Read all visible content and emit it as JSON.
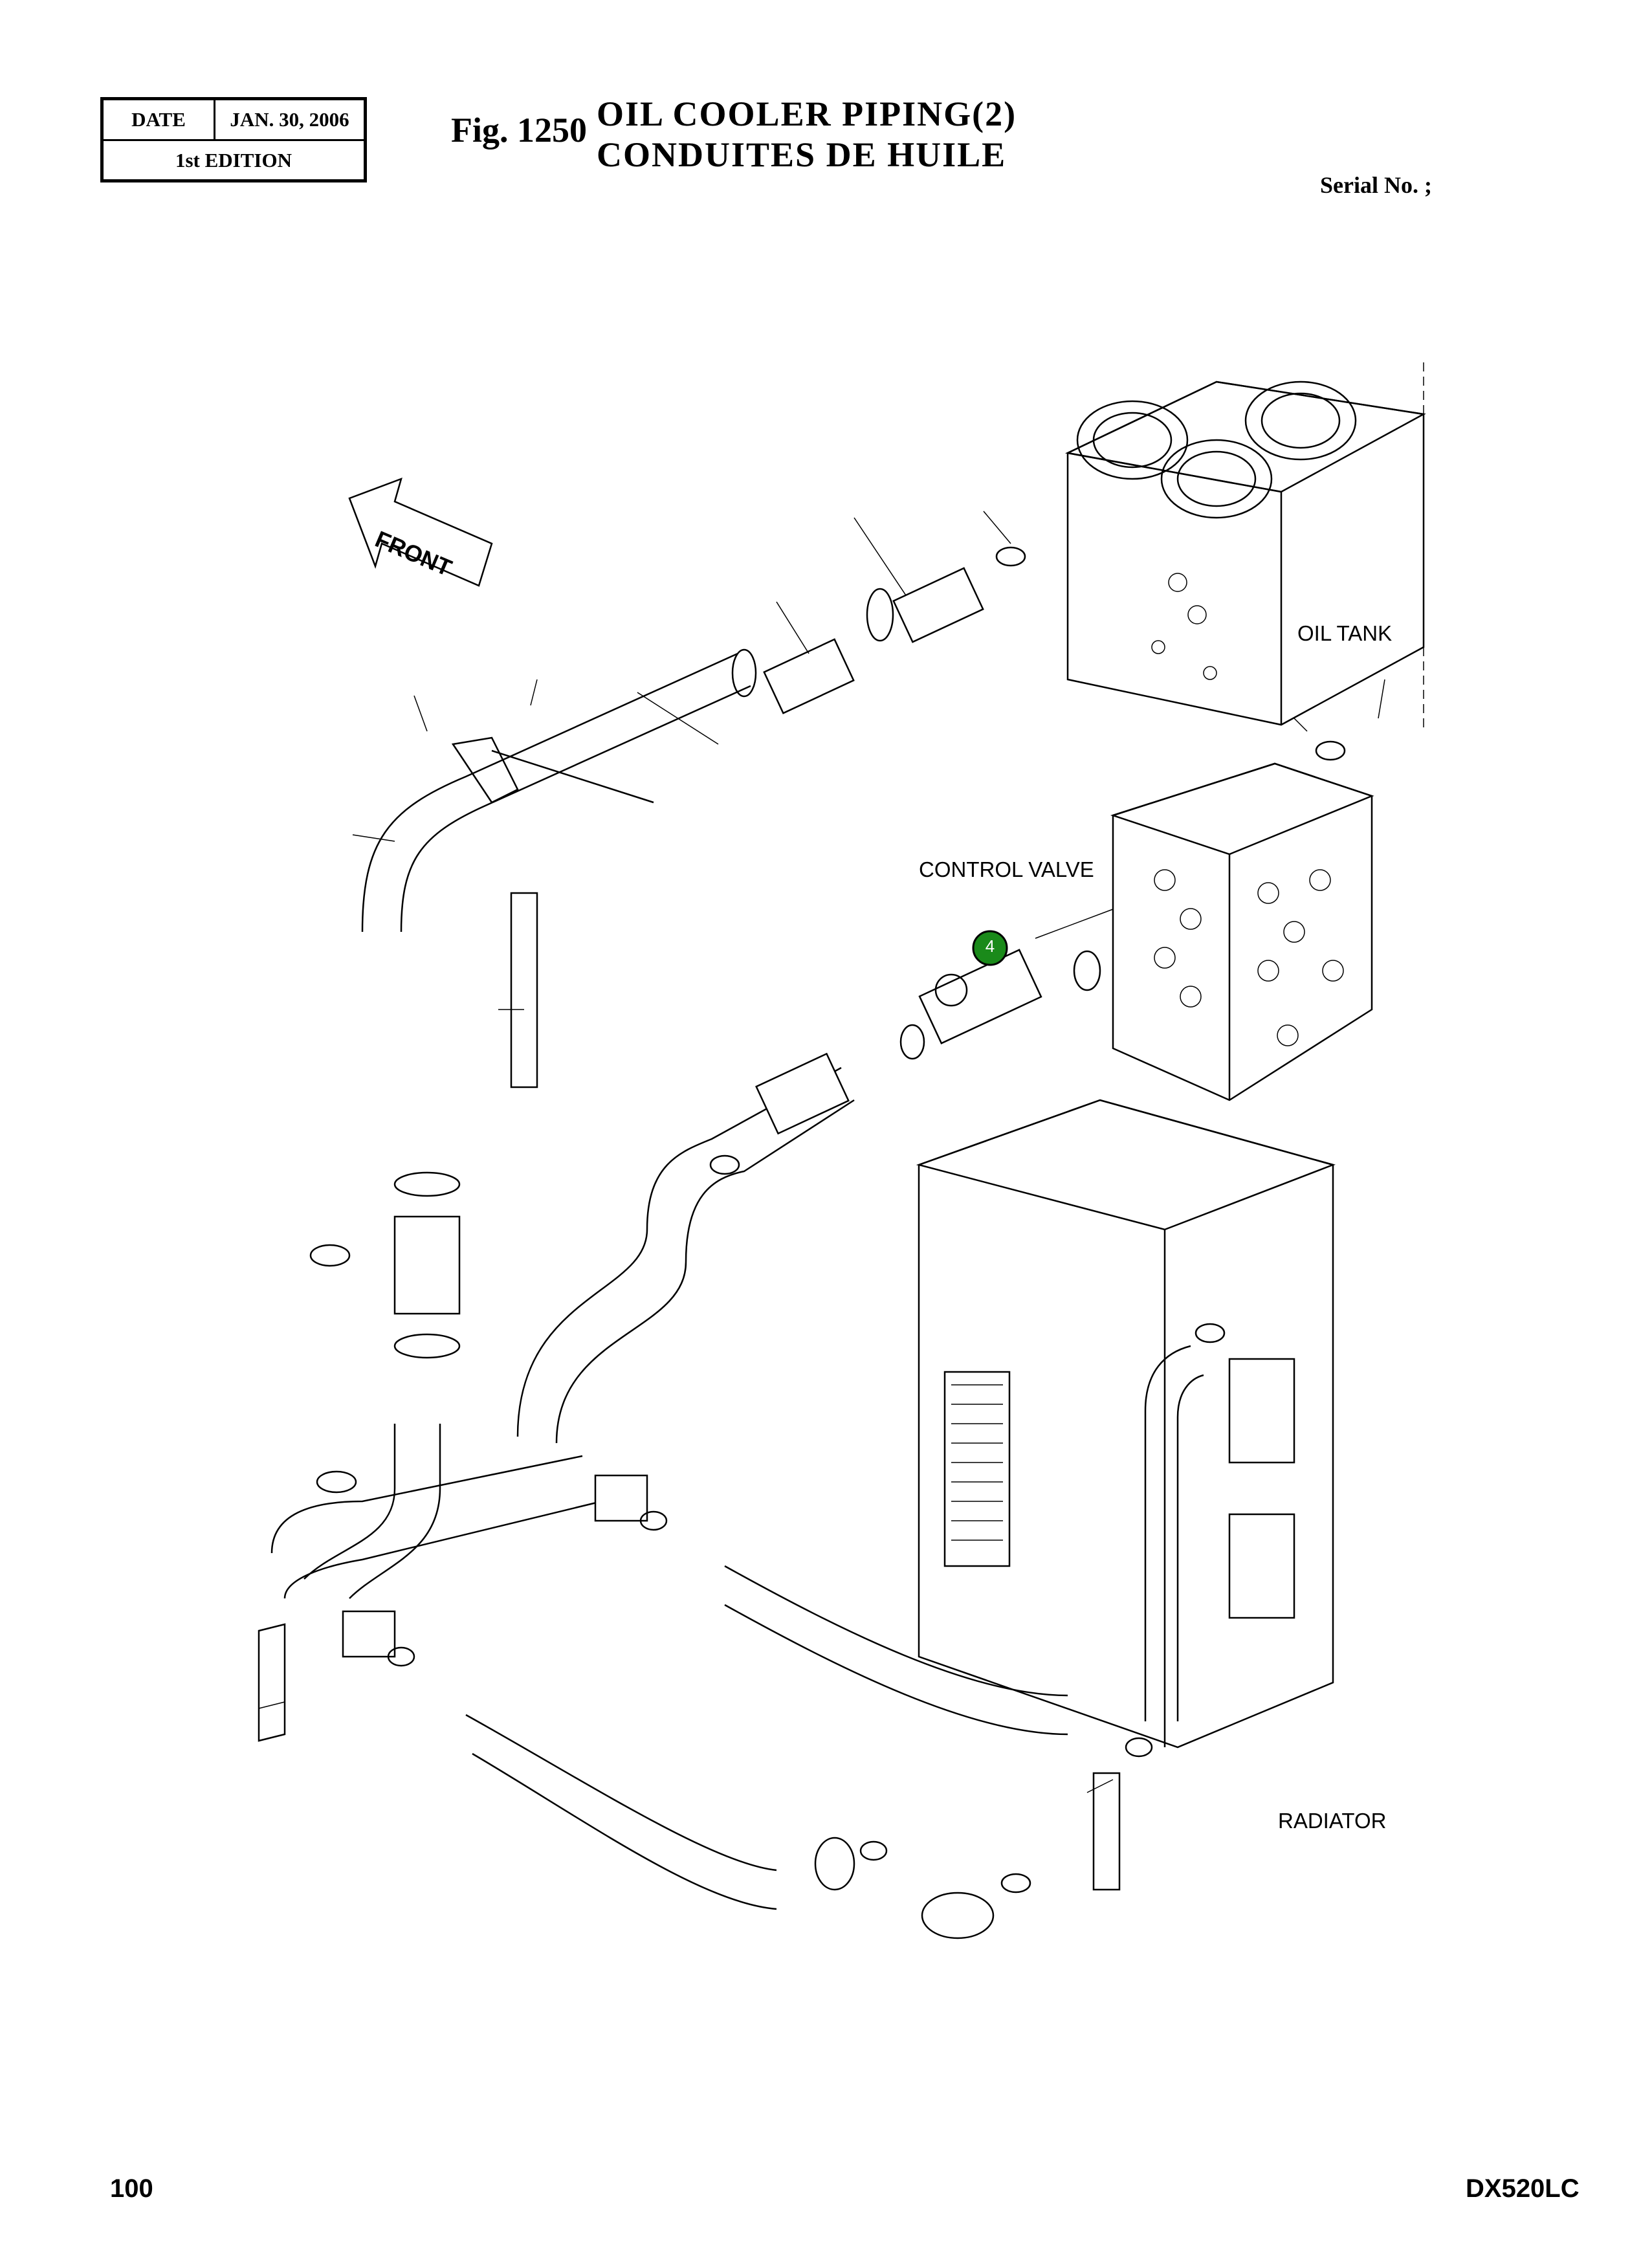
{
  "header": {
    "date_label": "DATE",
    "date_value": "JAN. 30, 2006",
    "edition": "1st EDITION",
    "fig_label": "Fig. 1250",
    "title_en": "OIL  COOLER  PIPING(2)",
    "title_fr": "CONDUITES  DE  HUILE",
    "serial_label": "Serial No. ;"
  },
  "diagram": {
    "front_label": "FRONT",
    "callouts": {
      "oil_tank": "OIL TANK",
      "control_valve": "CONTROL VALVE",
      "radiator": "RADIATOR"
    },
    "highlight": {
      "number": "4",
      "color": "#1a8a1a"
    }
  },
  "footer": {
    "page_number": "100",
    "model": "DX520LC"
  }
}
